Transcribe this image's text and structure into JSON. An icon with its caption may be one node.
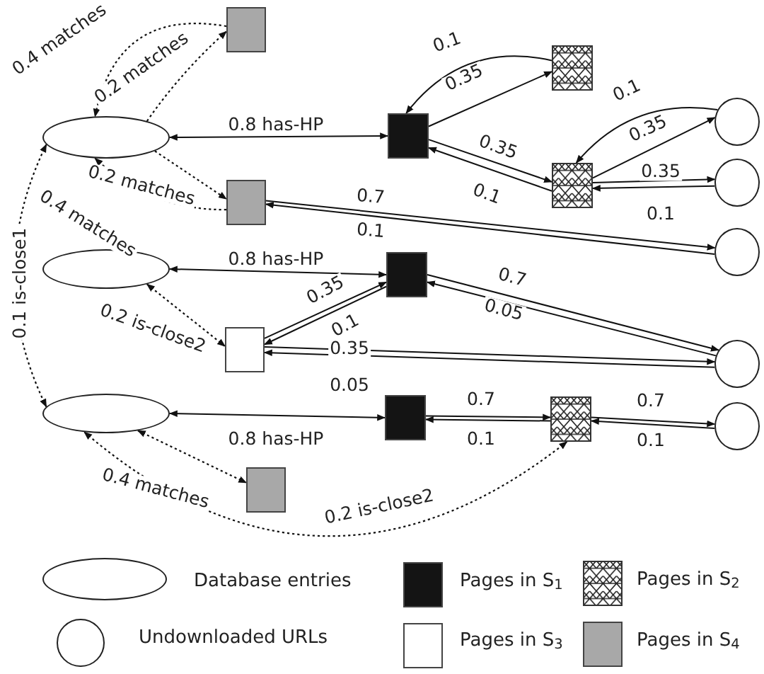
{
  "diagram": {
    "nodes": [
      {
        "text": [],
        "shape": "box"
      },
      {
        "text": [],
        "shape": "ellipse"
      },
      {
        "text": [],
        "shape": "box"
      },
      {
        "text": [],
        "shape": "box"
      },
      {
        "text": [],
        "shape": "box"
      },
      {
        "text": [],
        "shape": "circle"
      },
      {
        "text": [],
        "shape": "circle"
      },
      {
        "text": [],
        "shape": "box"
      },
      {
        "text": [],
        "shape": "circle"
      },
      {
        "text": [],
        "shape": "ellipse"
      },
      {
        "text": [],
        "shape": "box"
      },
      {
        "text": [],
        "shape": "box"
      },
      {
        "text": [],
        "shape": "circle"
      },
      {
        "text": [],
        "shape": "ellipse"
      },
      {
        "text": [],
        "shape": "box"
      },
      {
        "text": [],
        "shape": "box"
      },
      {
        "text": [],
        "shape": "circle"
      },
      {
        "text": [],
        "shape": "box"
      }
    ],
    "edges": [
      {
        "from": 1,
        "to": 0,
        "arrow": "to",
        "label": "0.2 matches",
        "style": "dashed"
      },
      {
        "from": 0,
        "to": 1,
        "arrow": "to",
        "label": "0.4 matches",
        "style": "dashed"
      },
      {
        "from": 1,
        "to": 2,
        "arrow": "both",
        "label": "0.8 has-HP"
      },
      {
        "from": 2,
        "to": 3,
        "arrow": "to",
        "label": "0.35"
      },
      {
        "from": 3,
        "to": 2,
        "arrow": "to",
        "label": "0.1"
      },
      {
        "from": 2,
        "to": 4,
        "arrow": "to",
        "label": "0.35"
      },
      {
        "from": 4,
        "to": 2,
        "arrow": "to",
        "label": "0.1"
      },
      {
        "from": 4,
        "to": 5,
        "arrow": "to",
        "label": "0.35"
      },
      {
        "from": 5,
        "to": 4,
        "arrow": "to",
        "label": "0.1"
      },
      {
        "from": 4,
        "to": 6,
        "arrow": "to",
        "label": "0.35"
      },
      {
        "from": 6,
        "to": 4,
        "arrow": "to",
        "label": "0.1"
      },
      {
        "from": 7,
        "to": 8,
        "arrow": "to",
        "label": "0.7"
      },
      {
        "from": 8,
        "to": 7,
        "arrow": "to",
        "label": "0.1"
      },
      {
        "from": 9,
        "to": 10,
        "arrow": "both",
        "label": "0.8 has-HP"
      },
      {
        "from": 10,
        "to": 12,
        "arrow": "to",
        "label": "0.7"
      },
      {
        "from": 12,
        "to": 10,
        "arrow": "to",
        "label": "0.05"
      },
      {
        "from": 11,
        "to": 10,
        "arrow": "to",
        "label": "0.35"
      },
      {
        "from": 10,
        "to": 11,
        "arrow": "to",
        "label": "0.1"
      },
      {
        "from": 11,
        "to": 12,
        "arrow": "to",
        "label": "0.35"
      },
      {
        "from": 12,
        "to": 11,
        "arrow": "to",
        "label": "0.05"
      },
      {
        "from": 13,
        "to": 14,
        "arrow": "both",
        "label": "0.8 has-HP"
      },
      {
        "from": 14,
        "to": 15,
        "arrow": "to",
        "label": "0.7"
      },
      {
        "from": 15,
        "to": 14,
        "arrow": "to",
        "label": "0.1"
      },
      {
        "from": 15,
        "to": 16,
        "arrow": "to",
        "label": "0.7"
      },
      {
        "from": 16,
        "to": 15,
        "arrow": "to",
        "label": "0.1"
      },
      {
        "from": 9,
        "to": 11,
        "arrow": "both",
        "label": "0.2 is-close2",
        "style": "dashed"
      },
      {
        "from": 1,
        "to": 7,
        "arrow": "to",
        "label": "0.2 matches",
        "style": "dashed"
      },
      {
        "from": 7,
        "to": 1,
        "arrow": "to",
        "label": "0.4 matches",
        "style": "dashed"
      },
      {
        "from": 1,
        "to": 13,
        "arrow": "both",
        "label": "0.1 is-close1",
        "style": "dashed"
      },
      {
        "from": 13,
        "to": 17,
        "arrow": "both",
        "label": "0.4 matches",
        "style": "dashed"
      },
      {
        "from": 15,
        "to": 13,
        "arrow": "both",
        "label": "0.2 is-close2",
        "style": "dashed"
      }
    ],
    "legend": [
      {
        "text": "Database entries"
      },
      {
        "text": "Pages in S$_{1}$",
        "color": "#141414"
      },
      {
        "text": "Pages in S$_{2}$"
      },
      {
        "text": "Undownloaded URLs"
      },
      {
        "text": "Pages in S$_{3}$",
        "color": "#ffffff"
      },
      {
        "text": "Pages in S$_{4}$",
        "color": "#a8a8a8"
      }
    ]
  }
}
